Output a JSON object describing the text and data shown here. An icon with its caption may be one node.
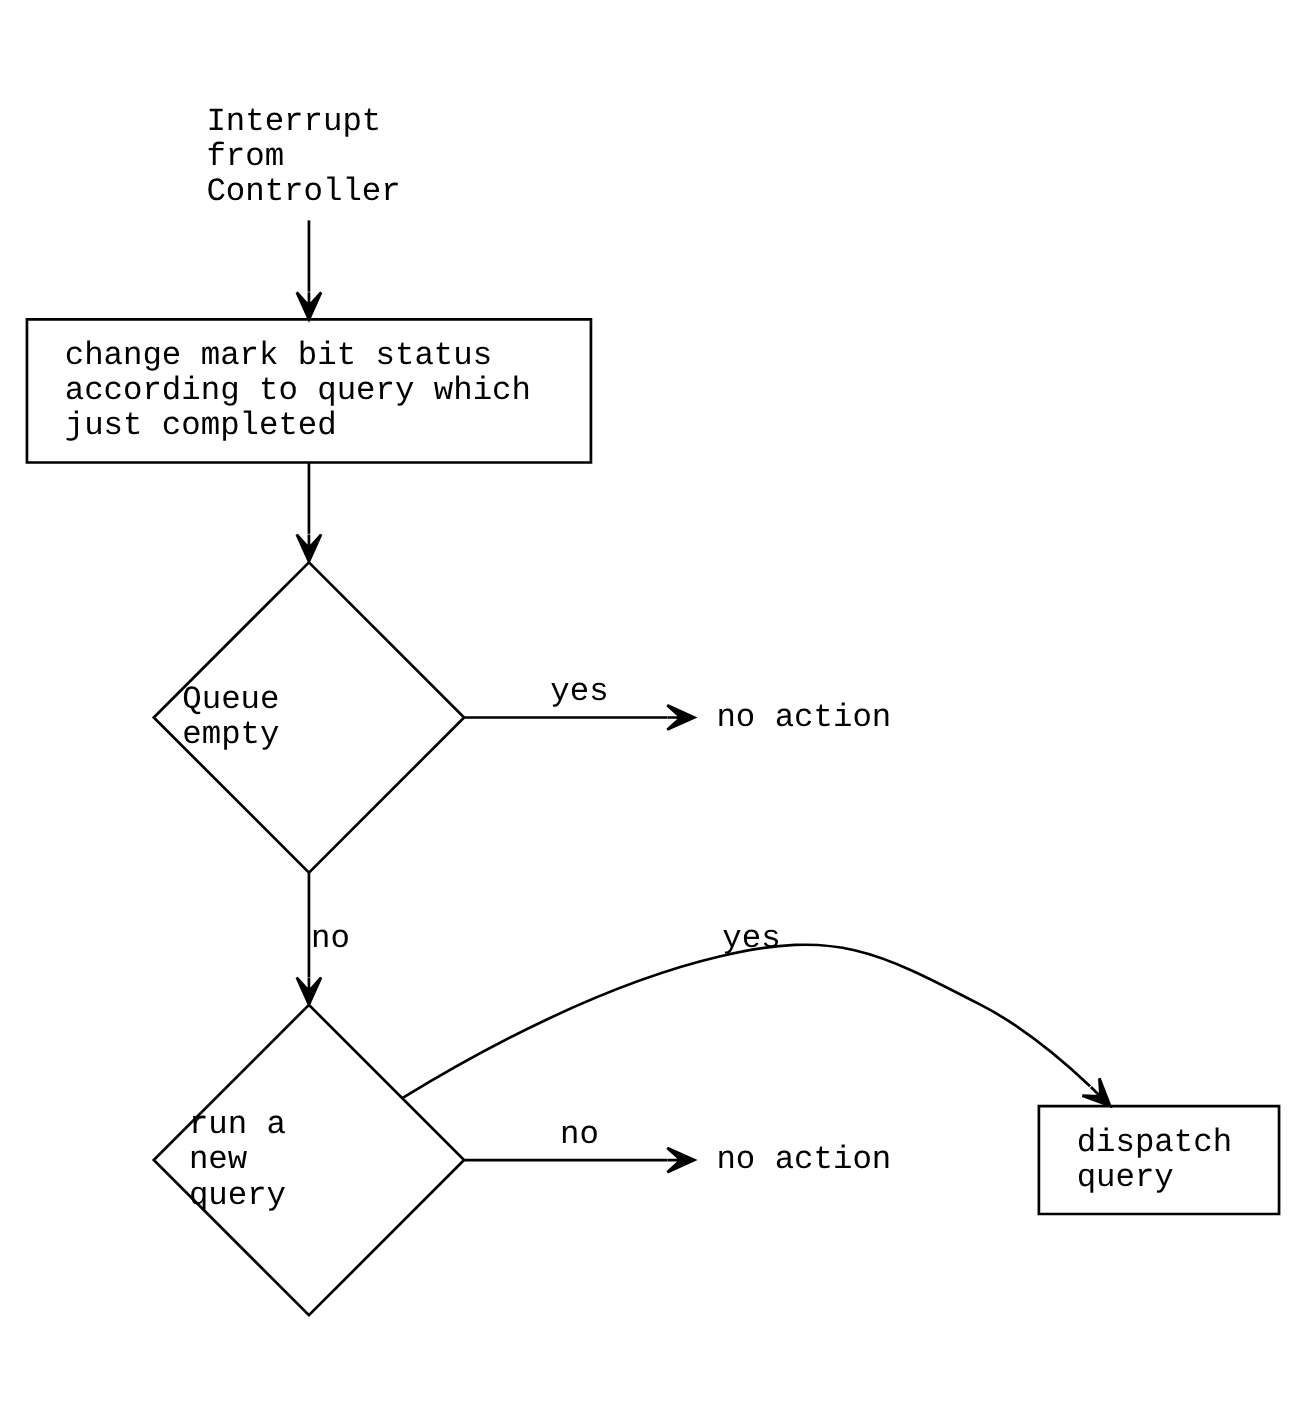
{
  "diagram": {
    "nodes": [
      {
        "text": [
          "Interrupt from Controller"
        ]
      },
      {
        "text": [
          "change mark bit status according to query which just completed"
        ]
      },
      {
        "text": [
          "Queue empty"
        ]
      },
      {
        "text": [
          "no action"
        ]
      },
      {
        "text": [
          "run a new query"
        ]
      },
      {
        "text": [
          "dispatch query"
        ]
      },
      {
        "text": [
          "no action"
        ]
      }
    ],
    "edges": [
      {
        "from": 0,
        "to": 1,
        "arrow": "to"
      },
      {
        "from": 1,
        "to": 2,
        "arrow": "to"
      },
      {
        "from": 2,
        "to": 3,
        "arrow": "to",
        "label": "yes"
      },
      {
        "from": 2,
        "to": 4,
        "arrow": "to",
        "label": "no"
      },
      {
        "from": 4,
        "to": 5,
        "arrow": "to",
        "label": "yes"
      },
      {
        "from": 4,
        "to": 6,
        "arrow": "to",
        "label": "no"
      }
    ]
  }
}
